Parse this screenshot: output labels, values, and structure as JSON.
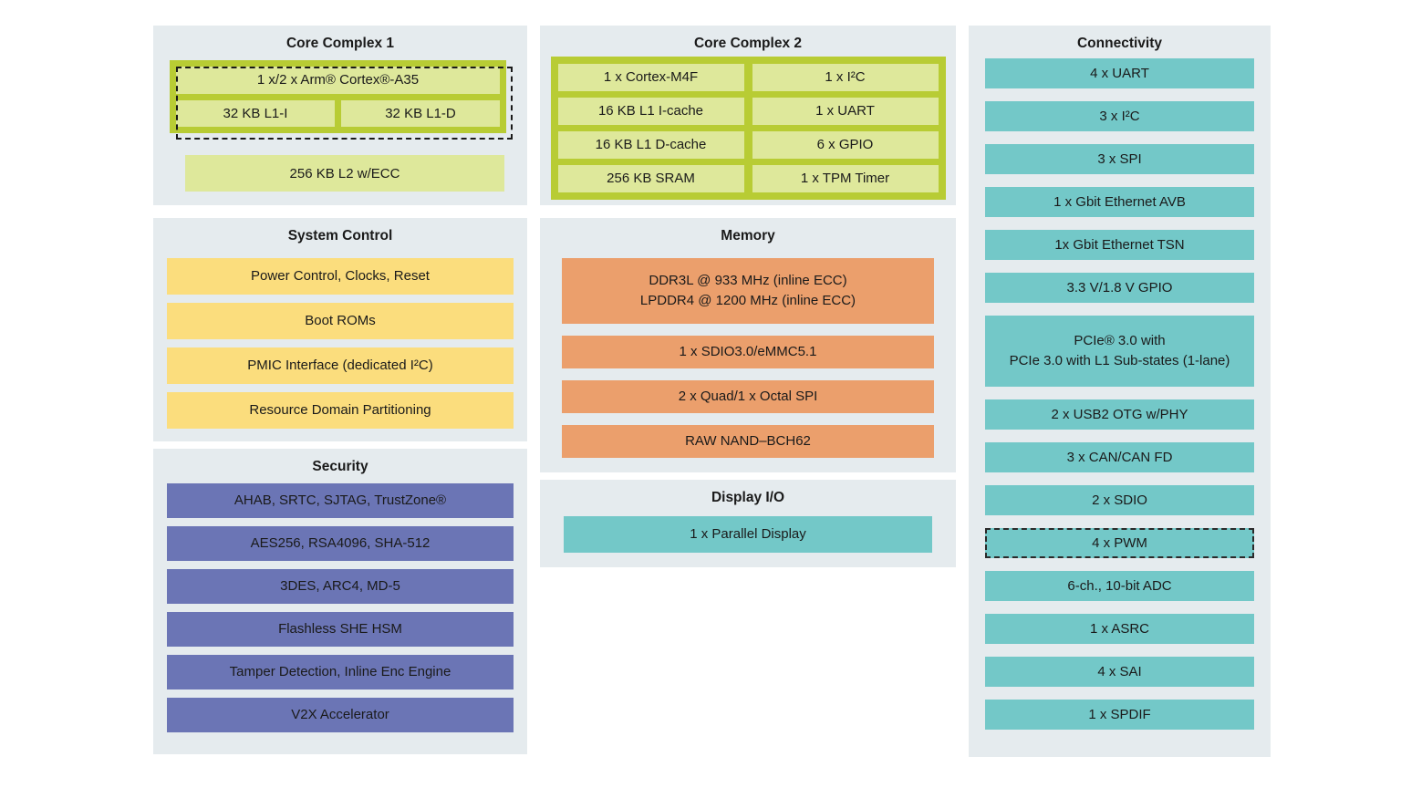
{
  "colors": {
    "page_bg": "#ffffff",
    "panel_bg": "#e5ebee",
    "lime_border": "#b8cc34",
    "lime_fill": "#dee89b",
    "yellow": "#fbdd7d",
    "purple": "#6b75b5",
    "orange": "#eb9f6c",
    "teal": "#73c8c8",
    "text": "#1a1a1a"
  },
  "panels": {
    "core_complex_1": {
      "title": "Core Complex 1",
      "cpu": "1 x/2 x Arm® Cortex®-A35",
      "l1i": "32 KB L1-I",
      "l1d": "32 KB L1-D",
      "l2": "256 KB L2 w/ECC"
    },
    "core_complex_2": {
      "title": "Core Complex 2",
      "left_cells": [
        {
          "lines": [
            "1 x  Cortex-M4F"
          ]
        },
        {
          "lines": [
            "16 KB L1 I-cache"
          ]
        },
        {
          "lines": [
            "16 KB L1 D-cache"
          ]
        },
        {
          "lines": [
            "256 KB SRAM"
          ]
        }
      ],
      "right_cells": [
        {
          "lines": [
            "1 x I²C"
          ]
        },
        {
          "lines": [
            "1 x UART"
          ]
        },
        {
          "lines": [
            "6 x GPIO"
          ]
        },
        {
          "lines": [
            "1 x TPM Timer"
          ]
        }
      ]
    },
    "system_control": {
      "title": "System Control",
      "items": [
        {
          "lines": [
            "Power Control, Clocks, Reset"
          ]
        },
        {
          "lines": [
            "Boot ROMs"
          ]
        },
        {
          "lines": [
            "PMIC Interface (dedicated I²C)"
          ]
        },
        {
          "lines": [
            "Resource Domain Partitioning"
          ]
        }
      ]
    },
    "security": {
      "title": "Security",
      "items": [
        {
          "lines": [
            "AHAB, SRTC, SJTAG, TrustZone®"
          ]
        },
        {
          "lines": [
            "AES256, RSA4096, SHA-512"
          ]
        },
        {
          "lines": [
            "3DES, ARC4, MD-5"
          ]
        },
        {
          "lines": [
            "Flashless SHE HSM"
          ]
        },
        {
          "lines": [
            "Tamper Detection, Inline Enc Engine"
          ]
        },
        {
          "lines": [
            "V2X Accelerator"
          ]
        }
      ]
    },
    "memory": {
      "title": "Memory",
      "items": [
        {
          "lines": [
            "DDR3L @ 933 MHz (inline ECC)",
            "LPDDR4 @ 1200 MHz (inline ECC)"
          ],
          "tall": true
        },
        {
          "lines": [
            "1 x SDIO3.0/eMMC5.1"
          ]
        },
        {
          "lines": [
            "2 x Quad/1 x Octal SPI"
          ]
        },
        {
          "lines": [
            "RAW NAND–BCH62"
          ]
        }
      ]
    },
    "display_io": {
      "title": "Display I/O",
      "items": [
        {
          "lines": [
            "1 x Parallel Display"
          ]
        }
      ]
    },
    "connectivity": {
      "title": "Connectivity",
      "items": [
        {
          "lines": [
            "4 x UART"
          ]
        },
        {
          "lines": [
            "3 x I²C"
          ]
        },
        {
          "lines": [
            "3 x SPI"
          ]
        },
        {
          "lines": [
            "1 x Gbit Ethernet AVB"
          ]
        },
        {
          "lines": [
            "1x Gbit Ethernet TSN"
          ]
        },
        {
          "lines": [
            "3.3 V/1.8 V GPIO"
          ]
        },
        {
          "lines": [
            "PCIe® 3.0 with",
            "PCIe 3.0 with L1 Sub-states (1-lane)"
          ],
          "tall": true
        },
        {
          "lines": [
            "2 x USB2 OTG w/PHY"
          ]
        },
        {
          "lines": [
            "3 x CAN/CAN FD"
          ]
        },
        {
          "lines": [
            "2 x SDIO"
          ]
        },
        {
          "lines": [
            "4 x PWM"
          ],
          "dashed": true
        },
        {
          "lines": [
            "6-ch., 10-bit ADC"
          ]
        },
        {
          "lines": [
            "1 x ASRC"
          ]
        },
        {
          "lines": [
            "4 x SAI"
          ]
        },
        {
          "lines": [
            "1 x SPDIF"
          ]
        }
      ]
    }
  }
}
